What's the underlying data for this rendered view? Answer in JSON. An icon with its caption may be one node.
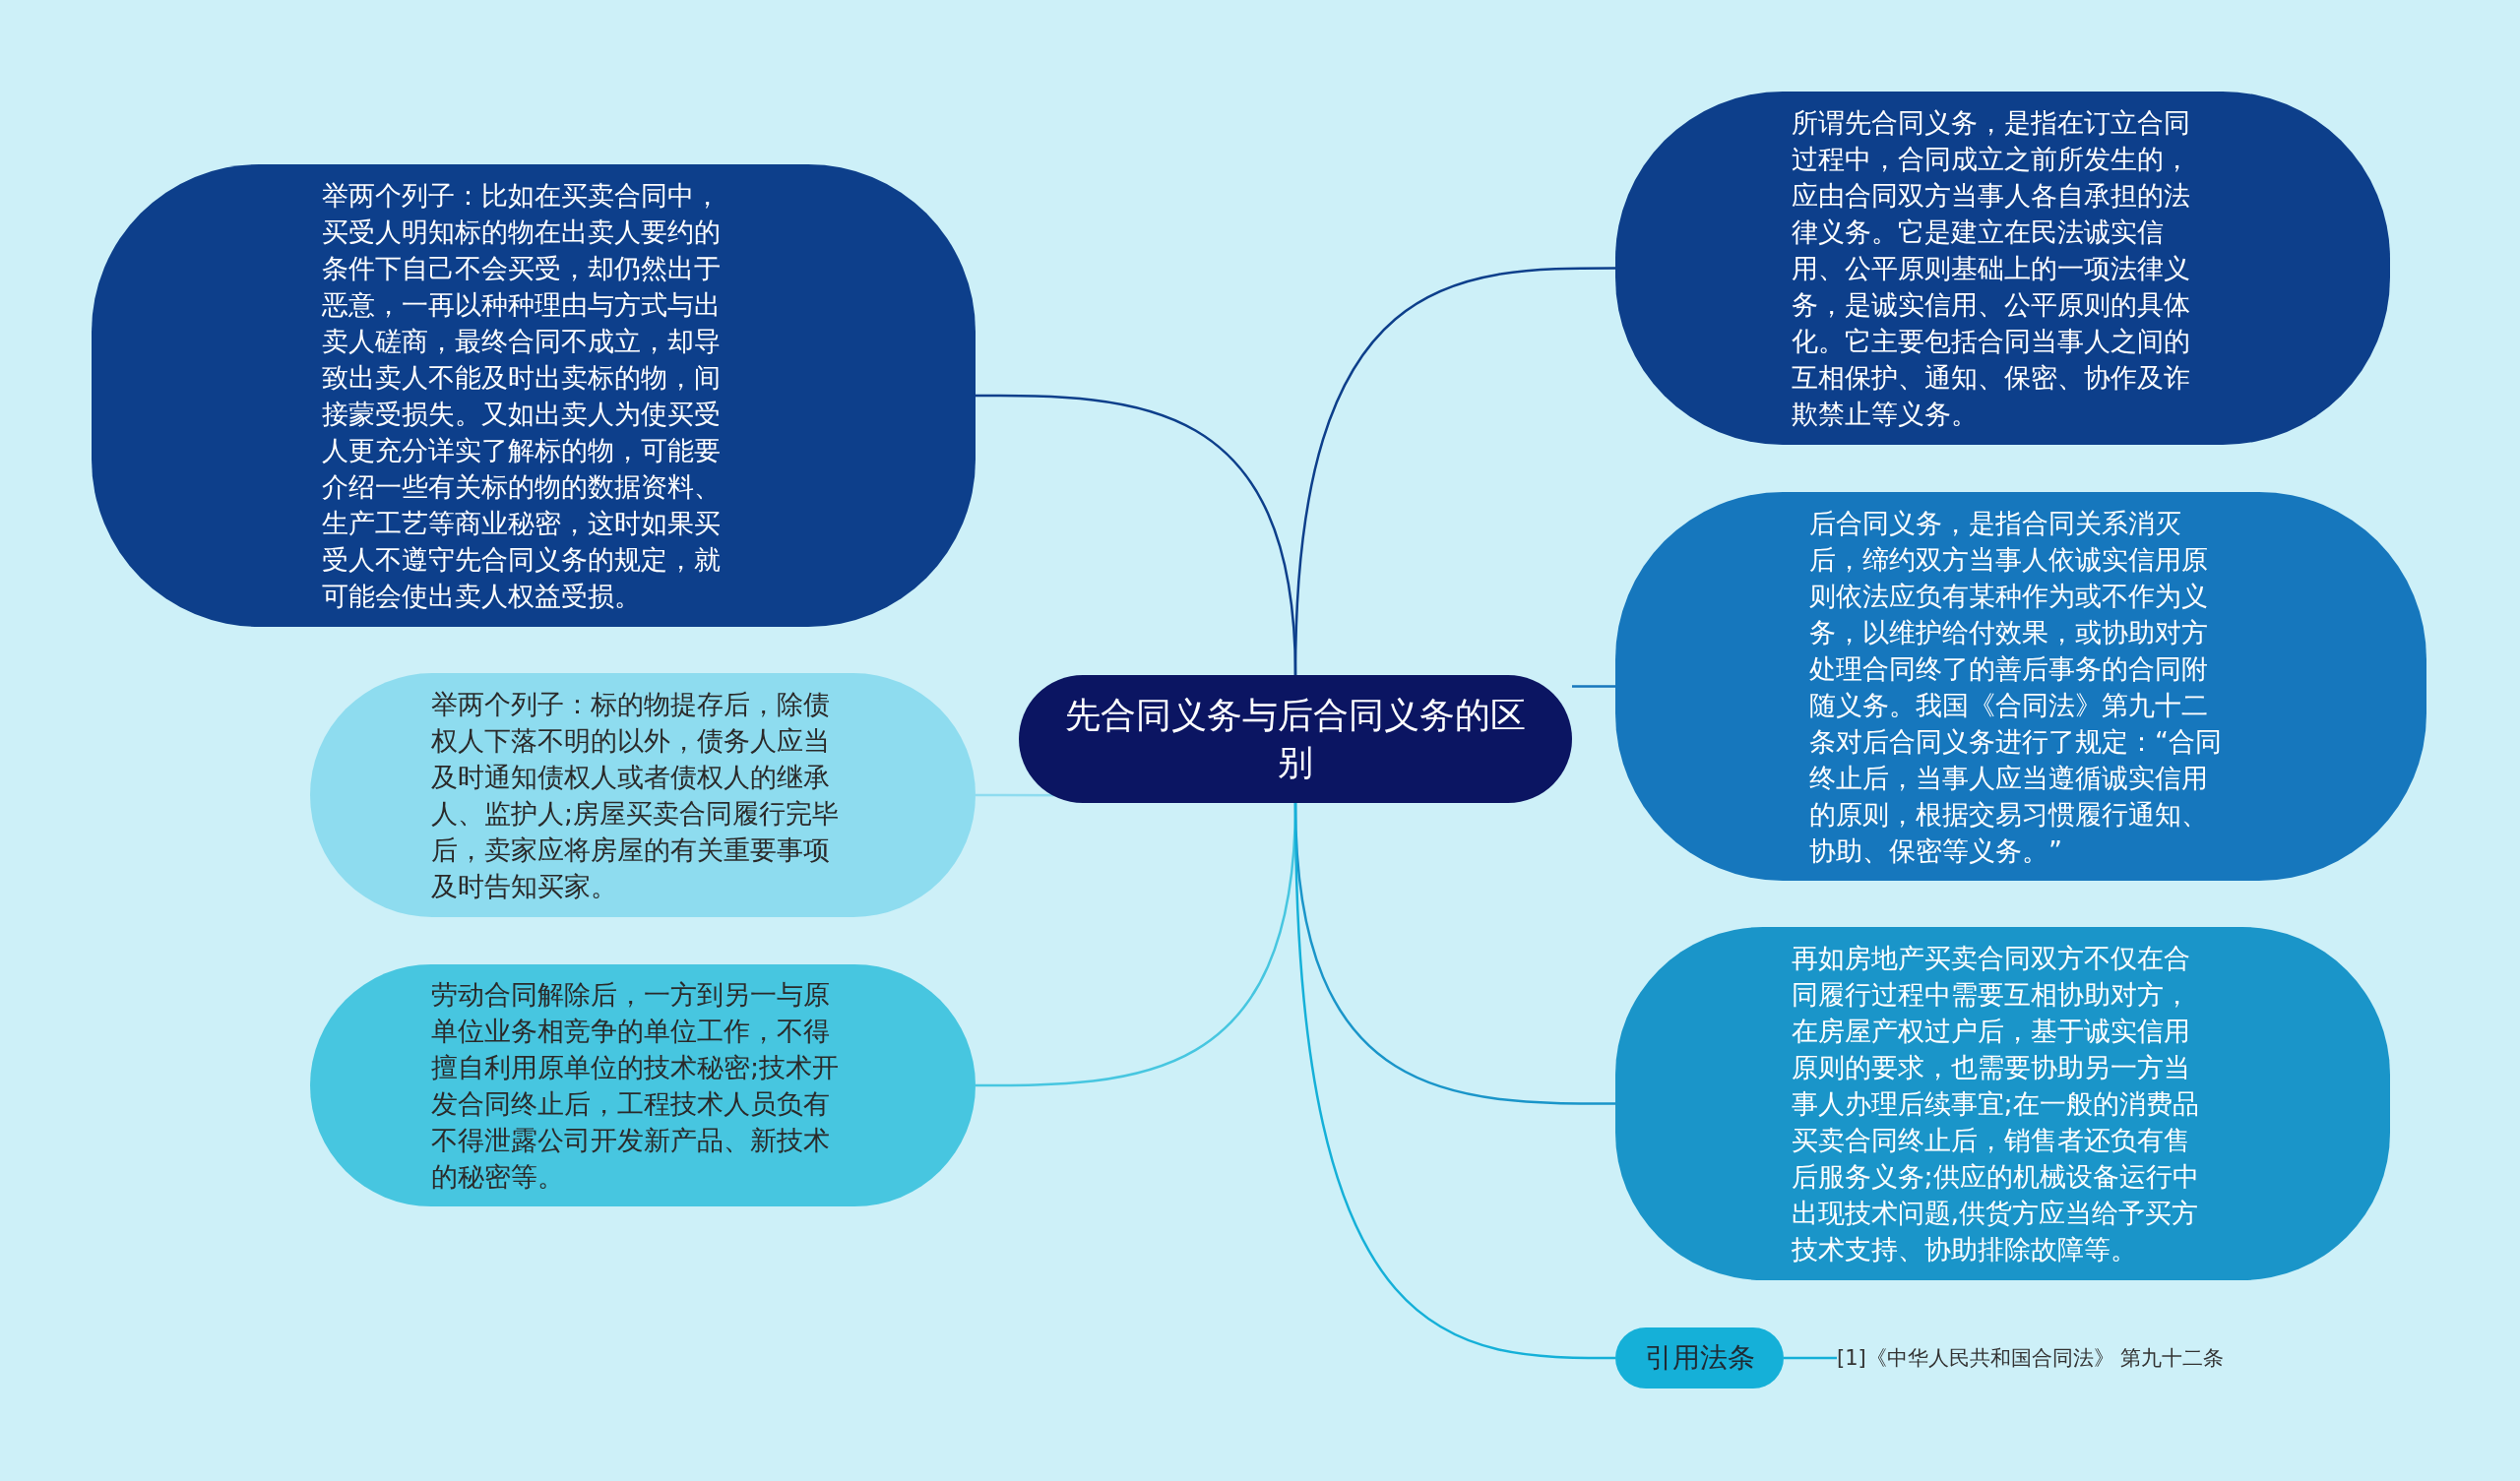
{
  "diagram": {
    "nodes": [
      {
        "text": [
          "先合同义务与后合同义务的区别"
        ]
      },
      {
        "text": [
          "举两个列子：比如在买卖合同中，买受人明知标的物在出卖人要约的条件下自己不会买受，却仍然出于恶意，一再以种种理由与方式与出卖人磋商，最终合同不成立，却导致出卖人不能及时出卖标的物，间接蒙受损失。又如出卖人为使买受人更充分详实了解标的物，可能要介绍一些有关标的物的数据资料、生产工艺等商业秘密，这时如果买受人不遵守先合同义务的规定，就可能会使出卖人权益受损。"
        ]
      },
      {
        "text": [
          "举两个列子：标的物提存后，除债权人下落不明的以外，债务人应当及时通知债权人或者债权人的继承人、监护人;房屋买卖合同履行完毕后，卖家应将房屋的有关重要事项及时告知买家。"
        ]
      },
      {
        "text": [
          "劳动合同解除后，一方到另一与原单位业务相竞争的单位工作，不得擅自利用原单位的技术秘密;技术开发合同终止后，工程技术人员负有不得泄露公司开发新产品、新技术的秘密等。"
        ]
      },
      {
        "text": [
          "所谓先合同义务，是指在订立合同过程中，合同成立之前所发生的，应由合同双方当事人各自承担的法律义务。它是建立在民法诚实信用、公平原则基础上的一项法律义务，是诚实信用、公平原则的具体化。它主要包括合同当事人之间的互相保护、通知、保密、协作及诈欺禁止等义务。"
        ]
      },
      {
        "text": [
          "后合同义务，是指合同关系消灭后，缔约双方当事人依诚实信用原则依法应负有某种作为或不作为义务，以维护给付效果，或协助对方处理合同终了的善后事务的合同附随义务。我国《合同法》第九十二条对后合同义务进行了规定：“合同终止后，当事人应当遵循诚实信用的原则，根据交易习惯履行通知、协助、保密等义务。”"
        ]
      },
      {
        "text": [
          "再如房地产买卖合同双方不仅在合同履行过程中需要互相协助对方，在房屋产权过户后，基于诚实信用原则的要求，也需要协助另一方当事人办理后续事宜;在一般的消费品买卖合同终止后，销售者还负有售后服务义务;供应的机械设备运行中出现技术问题,供货方应当给予买方技术支持、协助排除故障等。"
        ]
      },
      {
        "text": [
          "引用法条"
        ]
      },
      {
        "text": [
          "[1]《中华人民共和国合同法》 第九十二条"
        ]
      }
    ],
    "edges": [
      {
        "from": 0,
        "to": 1,
        "arrow": "none",
        "color": "#0d3f8b"
      },
      {
        "from": 0,
        "to": 2,
        "arrow": "none",
        "color": "#8edcef"
      },
      {
        "from": 0,
        "to": 3,
        "arrow": "none",
        "color": "#47c6e0"
      },
      {
        "from": 0,
        "to": 4,
        "arrow": "none",
        "color": "#0d3f8b"
      },
      {
        "from": 0,
        "to": 5,
        "arrow": "none",
        "color": "#1677bd"
      },
      {
        "from": 0,
        "to": 6,
        "arrow": "none",
        "color": "#1a95c9"
      },
      {
        "from": 0,
        "to": 7,
        "arrow": "none",
        "color": "#15b0d8"
      },
      {
        "from": 7,
        "to": 8,
        "arrow": "none",
        "color": "#15b0d8"
      }
    ]
  }
}
